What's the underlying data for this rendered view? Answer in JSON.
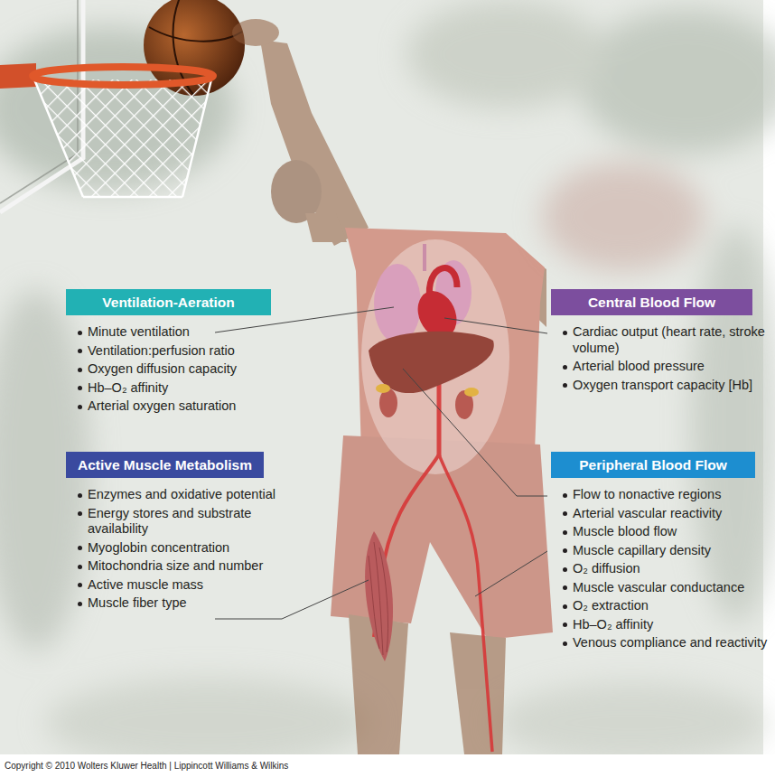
{
  "diagram": {
    "nodes": [
      {
        "text": [
          "Ventilation-Aeration",
          "Minute ventilation",
          "Ventilation:perfusion ratio",
          "Oxygen diffusion capacity",
          "Hb–O₂ affinity",
          "Arterial oxygen saturation"
        ]
      },
      {
        "text": [
          "Central Blood Flow",
          "Cardiac output (heart rate, stroke volume)",
          "Arterial blood pressure",
          "Oxygen transport capacity [Hb]"
        ]
      },
      {
        "text": [
          "Active Muscle Metabolism",
          "Enzymes and oxidative potential",
          "Energy stores and substrate availability",
          "Myoglobin concentration",
          "Mitochondria size and number",
          "Active muscle mass",
          "Muscle fiber type"
        ]
      },
      {
        "text": [
          "Peripheral Blood Flow",
          "Flow to nonactive regions",
          "Arterial vascular reactivity",
          "Muscle blood flow",
          "Muscle capillary density",
          "O₂ diffusion",
          "Muscle vascular conductance",
          "O₂ extraction",
          "Hb–O₂ affinity",
          "Venous compliance and reactivity"
        ]
      }
    ],
    "labels": [
      "Copyright © 2010 Wolters Kluwer Health | Lippincott Williams & Wilkins"
    ]
  }
}
